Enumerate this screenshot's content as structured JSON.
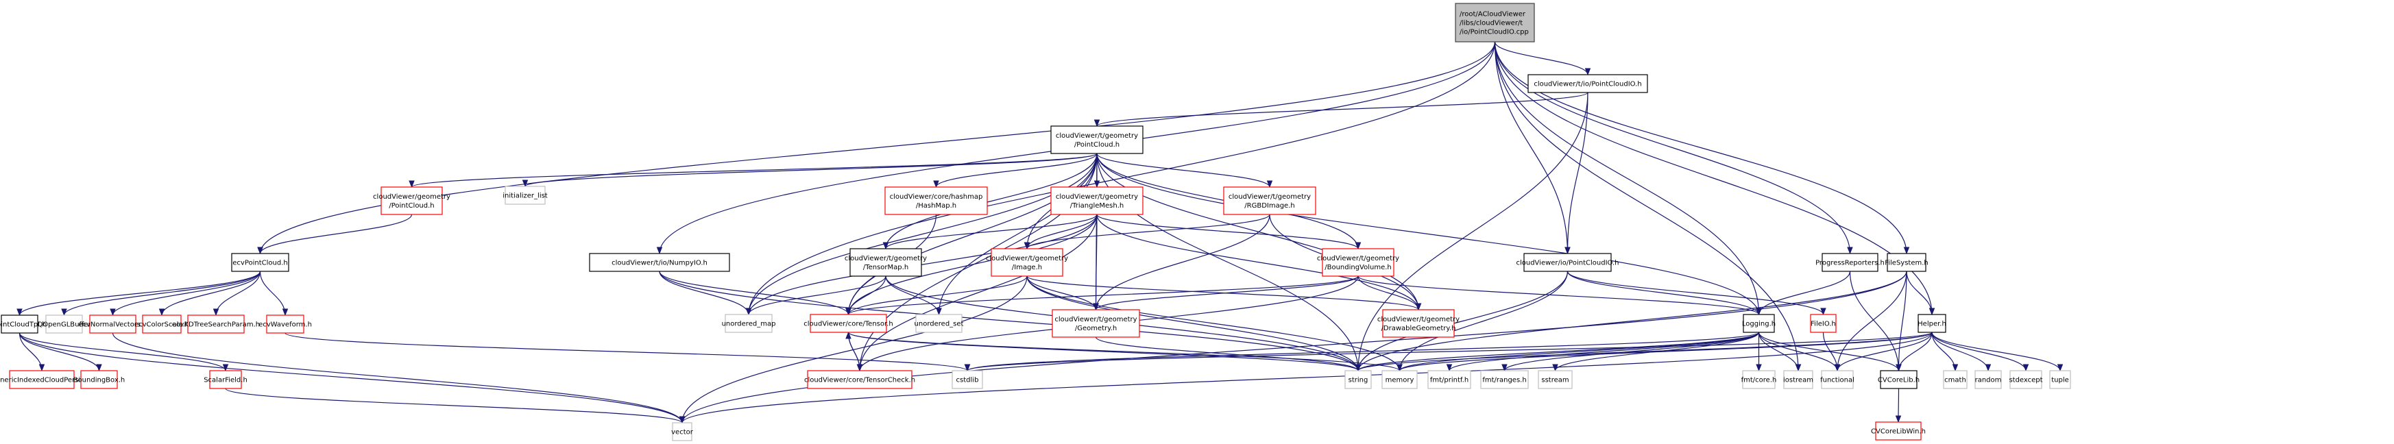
{
  "title": "Include dependency graph for PointCloudIO.cpp",
  "colors": {
    "edge": "#191970",
    "root_fill": "#bfbfbf",
    "root_border": "#404040",
    "documented_border": "#000000",
    "truncated_border": "#ff0000",
    "system_border": "#bfbfbf",
    "node_fill": "#ffffff"
  },
  "nodes": [
    {
      "id": "root",
      "kind": "root",
      "lines": [
        "/root/ACloudViewer",
        "/libs/cloudViewer/t",
        "/io/PointCloudIO.cpp"
      ]
    },
    {
      "id": "t_io_pcio",
      "kind": "documented",
      "lines": [
        "cloudViewer/t/io/PointCloudIO.h"
      ]
    },
    {
      "id": "t_geom_pc",
      "kind": "documented",
      "lines": [
        "cloudViewer/t/geometry",
        "/PointCloud.h"
      ]
    },
    {
      "id": "ecvPointCloud",
      "kind": "documented",
      "lines": [
        "ecvPointCloud.h"
      ]
    },
    {
      "id": "geom_pc",
      "kind": "truncated",
      "lines": [
        "cloudViewer/geometry",
        "/PointCloud.h"
      ]
    },
    {
      "id": "init_list",
      "kind": "system",
      "lines": [
        "initializer_list"
      ]
    },
    {
      "id": "hashmap",
      "kind": "truncated",
      "lines": [
        "cloudViewer/core/hashmap",
        "/HashMap.h"
      ]
    },
    {
      "id": "trimesh",
      "kind": "truncated",
      "lines": [
        "cloudViewer/t/geometry",
        "/TriangleMesh.h"
      ]
    },
    {
      "id": "rgbd",
      "kind": "truncated",
      "lines": [
        "cloudViewer/t/geometry",
        "/RGBDImage.h"
      ]
    },
    {
      "id": "numpyio",
      "kind": "documented",
      "lines": [
        "cloudViewer/t/io/NumpyIO.h"
      ]
    },
    {
      "id": "tensormap",
      "kind": "documented",
      "lines": [
        "cloudViewer/t/geometry",
        "/TensorMap.h"
      ]
    },
    {
      "id": "image",
      "kind": "truncated",
      "lines": [
        "cloudViewer/t/geometry",
        "/Image.h"
      ]
    },
    {
      "id": "bvol",
      "kind": "truncated",
      "lines": [
        "cloudViewer/t/geometry",
        "/BoundingVolume.h"
      ]
    },
    {
      "id": "io_pcio",
      "kind": "documented",
      "lines": [
        "cloudViewer/io/PointCloudIO.h"
      ]
    },
    {
      "id": "progress",
      "kind": "documented",
      "lines": [
        "ProgressReporters.h"
      ]
    },
    {
      "id": "filesystem",
      "kind": "documented",
      "lines": [
        "FileSystem.h"
      ]
    },
    {
      "id": "pctpl",
      "kind": "documented",
      "lines": [
        "PointCloudTpl.h"
      ]
    },
    {
      "id": "qoglbuf",
      "kind": "system",
      "lines": [
        "QOpenGLBuffer"
      ]
    },
    {
      "id": "normvec",
      "kind": "truncated",
      "lines": [
        "ecvNormalVectors.h"
      ]
    },
    {
      "id": "colorscale",
      "kind": "truncated",
      "lines": [
        "ecvColorScale.h"
      ]
    },
    {
      "id": "kdtree",
      "kind": "truncated",
      "lines": [
        "ecvKDTreeSearchParam.h"
      ]
    },
    {
      "id": "waveform",
      "kind": "truncated",
      "lines": [
        "ecvWaveform.h"
      ]
    },
    {
      "id": "umap",
      "kind": "system",
      "lines": [
        "unordered_map"
      ]
    },
    {
      "id": "tensor",
      "kind": "truncated",
      "lines": [
        "cloudViewer/core/Tensor.h"
      ]
    },
    {
      "id": "uset",
      "kind": "system",
      "lines": [
        "unordered_set"
      ]
    },
    {
      "id": "geometry",
      "kind": "truncated",
      "lines": [
        "cloudViewer/t/geometry",
        "/Geometry.h"
      ]
    },
    {
      "id": "drawgeom",
      "kind": "truncated",
      "lines": [
        "cloudViewer/t/geometry",
        "/DrawableGeometry.h"
      ]
    },
    {
      "id": "logging",
      "kind": "documented",
      "lines": [
        "Logging.h"
      ]
    },
    {
      "id": "fileio",
      "kind": "truncated",
      "lines": [
        "FileIO.h"
      ]
    },
    {
      "id": "helper",
      "kind": "documented",
      "lines": [
        "Helper.h"
      ]
    },
    {
      "id": "gicp",
      "kind": "truncated",
      "lines": [
        "GenericIndexedCloudPersist.h"
      ]
    },
    {
      "id": "bbox",
      "kind": "truncated",
      "lines": [
        "BoundingBox.h"
      ]
    },
    {
      "id": "scalarfield",
      "kind": "truncated",
      "lines": [
        "ScalarField.h"
      ]
    },
    {
      "id": "tensorcheck",
      "kind": "truncated",
      "lines": [
        "cloudViewer/core/TensorCheck.h"
      ]
    },
    {
      "id": "cstdlib",
      "kind": "system",
      "lines": [
        "cstdlib"
      ]
    },
    {
      "id": "string",
      "kind": "system",
      "lines": [
        "string"
      ]
    },
    {
      "id": "memory",
      "kind": "system",
      "lines": [
        "memory"
      ]
    },
    {
      "id": "printf",
      "kind": "system",
      "lines": [
        "fmt/printf.h"
      ]
    },
    {
      "id": "ranges",
      "kind": "system",
      "lines": [
        "fmt/ranges.h"
      ]
    },
    {
      "id": "sstream",
      "kind": "system",
      "lines": [
        "sstream"
      ]
    },
    {
      "id": "fmtcore",
      "kind": "system",
      "lines": [
        "fmt/core.h"
      ]
    },
    {
      "id": "iostream",
      "kind": "system",
      "lines": [
        "iostream"
      ]
    },
    {
      "id": "functional",
      "kind": "system",
      "lines": [
        "functional"
      ]
    },
    {
      "id": "cvcorelib",
      "kind": "documented",
      "lines": [
        "CVCoreLib.h"
      ]
    },
    {
      "id": "cmath",
      "kind": "system",
      "lines": [
        "cmath"
      ]
    },
    {
      "id": "random",
      "kind": "system",
      "lines": [
        "random"
      ]
    },
    {
      "id": "stdexcept",
      "kind": "system",
      "lines": [
        "stdexcept"
      ]
    },
    {
      "id": "tuple",
      "kind": "system",
      "lines": [
        "tuple"
      ]
    },
    {
      "id": "vector",
      "kind": "system",
      "lines": [
        "vector"
      ]
    },
    {
      "id": "cvcorelibwin",
      "kind": "truncated",
      "lines": [
        "CVCoreLibWin.h"
      ]
    }
  ],
  "edges": [
    [
      "root",
      "t_io_pcio"
    ],
    [
      "root",
      "ecvPointCloud"
    ],
    [
      "root",
      "numpyio"
    ],
    [
      "root",
      "io_pcio"
    ],
    [
      "root",
      "logging"
    ],
    [
      "root",
      "progress"
    ],
    [
      "root",
      "filesystem"
    ],
    [
      "root",
      "helper"
    ],
    [
      "root",
      "iostream"
    ],
    [
      "root",
      "umap"
    ],
    [
      "t_io_pcio",
      "t_geom_pc"
    ],
    [
      "t_io_pcio",
      "io_pcio"
    ],
    [
      "t_io_pcio",
      "string"
    ],
    [
      "t_geom_pc",
      "geom_pc"
    ],
    [
      "t_geom_pc",
      "init_list"
    ],
    [
      "t_geom_pc",
      "hashmap"
    ],
    [
      "t_geom_pc",
      "trimesh"
    ],
    [
      "t_geom_pc",
      "rgbd"
    ],
    [
      "t_geom_pc",
      "tensormap"
    ],
    [
      "t_geom_pc",
      "image"
    ],
    [
      "t_geom_pc",
      "bvol"
    ],
    [
      "t_geom_pc",
      "umap"
    ],
    [
      "t_geom_pc",
      "tensor"
    ],
    [
      "t_geom_pc",
      "uset"
    ],
    [
      "t_geom_pc",
      "geometry"
    ],
    [
      "t_geom_pc",
      "drawgeom"
    ],
    [
      "t_geom_pc",
      "logging"
    ],
    [
      "t_geom_pc",
      "string"
    ],
    [
      "t_geom_pc",
      "tensorcheck"
    ],
    [
      "geom_pc",
      "ecvPointCloud"
    ],
    [
      "ecvPointCloud",
      "pctpl"
    ],
    [
      "ecvPointCloud",
      "qoglbuf"
    ],
    [
      "ecvPointCloud",
      "normvec"
    ],
    [
      "ecvPointCloud",
      "colorscale"
    ],
    [
      "ecvPointCloud",
      "kdtree"
    ],
    [
      "ecvPointCloud",
      "waveform"
    ],
    [
      "hashmap",
      "tensor"
    ],
    [
      "trimesh",
      "tensormap"
    ],
    [
      "trimesh",
      "image"
    ],
    [
      "trimesh",
      "bvol"
    ],
    [
      "trimesh",
      "geometry"
    ],
    [
      "trimesh",
      "drawgeom"
    ],
    [
      "trimesh",
      "tensor"
    ],
    [
      "trimesh",
      "umap"
    ],
    [
      "trimesh",
      "tensorcheck"
    ],
    [
      "rgbd",
      "image"
    ],
    [
      "rgbd",
      "geometry"
    ],
    [
      "rgbd",
      "drawgeom"
    ],
    [
      "numpyio",
      "tensor"
    ],
    [
      "numpyio",
      "umap"
    ],
    [
      "numpyio",
      "string"
    ],
    [
      "tensormap",
      "tensor"
    ],
    [
      "tensormap",
      "umap"
    ],
    [
      "tensormap",
      "uset"
    ],
    [
      "tensormap",
      "string"
    ],
    [
      "image",
      "tensor"
    ],
    [
      "image",
      "geometry"
    ],
    [
      "image",
      "drawgeom"
    ],
    [
      "image",
      "vector"
    ],
    [
      "image",
      "string"
    ],
    [
      "image",
      "memory"
    ],
    [
      "bvol",
      "geometry"
    ],
    [
      "bvol",
      "drawgeom"
    ],
    [
      "bvol",
      "tensor"
    ],
    [
      "bvol",
      "logging"
    ],
    [
      "bvol",
      "tensorcheck"
    ],
    [
      "io_pcio",
      "logging"
    ],
    [
      "io_pcio",
      "fileio"
    ],
    [
      "io_pcio",
      "string"
    ],
    [
      "io_pcio",
      "memory"
    ],
    [
      "progress",
      "logging"
    ],
    [
      "progress",
      "cvcorelib"
    ],
    [
      "filesystem",
      "helper"
    ],
    [
      "filesystem",
      "cvcorelib"
    ],
    [
      "filesystem",
      "functional"
    ],
    [
      "filesystem",
      "string"
    ],
    [
      "filesystem",
      "vector"
    ],
    [
      "pctpl",
      "gicp"
    ],
    [
      "pctpl",
      "bbox"
    ],
    [
      "pctpl",
      "scalarfield"
    ],
    [
      "pctpl",
      "vector"
    ],
    [
      "normvec",
      "vector"
    ],
    [
      "waveform",
      "cstdlib"
    ],
    [
      "scalarfield",
      "vector"
    ],
    [
      "tensor",
      "tensorcheck"
    ],
    [
      "tensorcheck",
      "tensor"
    ],
    [
      "tensor",
      "string"
    ],
    [
      "tensor",
      "memory"
    ],
    [
      "geometry",
      "string"
    ],
    [
      "logging",
      "string"
    ],
    [
      "logging",
      "memory"
    ],
    [
      "logging",
      "printf"
    ],
    [
      "logging",
      "ranges"
    ],
    [
      "logging",
      "sstream"
    ],
    [
      "logging",
      "fmtcore"
    ],
    [
      "logging",
      "iostream"
    ],
    [
      "logging",
      "functional"
    ],
    [
      "logging",
      "cvcorelib"
    ],
    [
      "logging",
      "cstdlib"
    ],
    [
      "fileio",
      "functional"
    ],
    [
      "helper",
      "cvcorelib"
    ],
    [
      "helper",
      "functional"
    ],
    [
      "helper",
      "string"
    ],
    [
      "helper",
      "cmath"
    ],
    [
      "helper",
      "random"
    ],
    [
      "helper",
      "stdexcept"
    ],
    [
      "helper",
      "tuple"
    ],
    [
      "helper",
      "vector"
    ],
    [
      "helper",
      "cstdlib"
    ],
    [
      "helper",
      "memory"
    ],
    [
      "cvcorelib",
      "cvcorelibwin"
    ]
  ]
}
